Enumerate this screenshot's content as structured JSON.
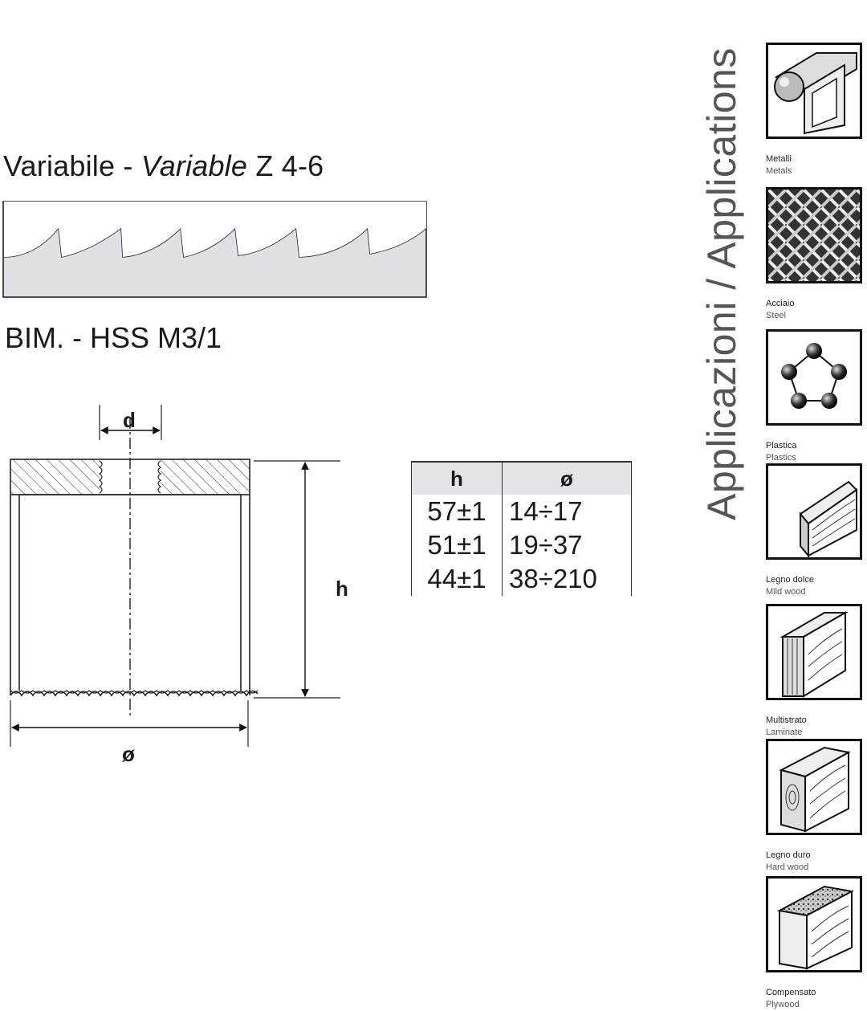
{
  "tooth": {
    "title_it": "Variabile - ",
    "title_en": "Variable",
    "title_code": " Z 4-6"
  },
  "material": {
    "title": "BIM. - HSS M3/1"
  },
  "dimensions": {
    "d_label": "d",
    "h_label": "h",
    "diameter_label": "ø"
  },
  "spec_table": {
    "headers": [
      "h",
      "ø"
    ],
    "rows": [
      [
        "57±1",
        "14÷17"
      ],
      [
        "51±1",
        "19÷37"
      ],
      [
        "44±1",
        "38÷210"
      ]
    ]
  },
  "applications": {
    "title": "Applicazioni / Applications",
    "items": [
      {
        "it": "Metalli",
        "en": "Metals",
        "icon": "metal-profiles-icon"
      },
      {
        "it": "Acciaio",
        "en": "Steel",
        "icon": "steel-plate-icon"
      },
      {
        "it": "Plastica",
        "en": "Plastics",
        "icon": "molecule-icon"
      },
      {
        "it": "Legno dolce",
        "en": "Mild wood",
        "icon": "soft-wood-icon"
      },
      {
        "it": "Multistrato",
        "en": "Laminate",
        "icon": "laminate-icon"
      },
      {
        "it": "Legno duro",
        "en": "Hard wood",
        "icon": "hard-wood-icon"
      },
      {
        "it": "Compensato",
        "en": "Plywood",
        "icon": "plywood-icon"
      }
    ]
  },
  "colors": {
    "blade_fill": "#dfe1e5",
    "table_header": "#e3e5e8",
    "line": "#1a1a1a"
  }
}
